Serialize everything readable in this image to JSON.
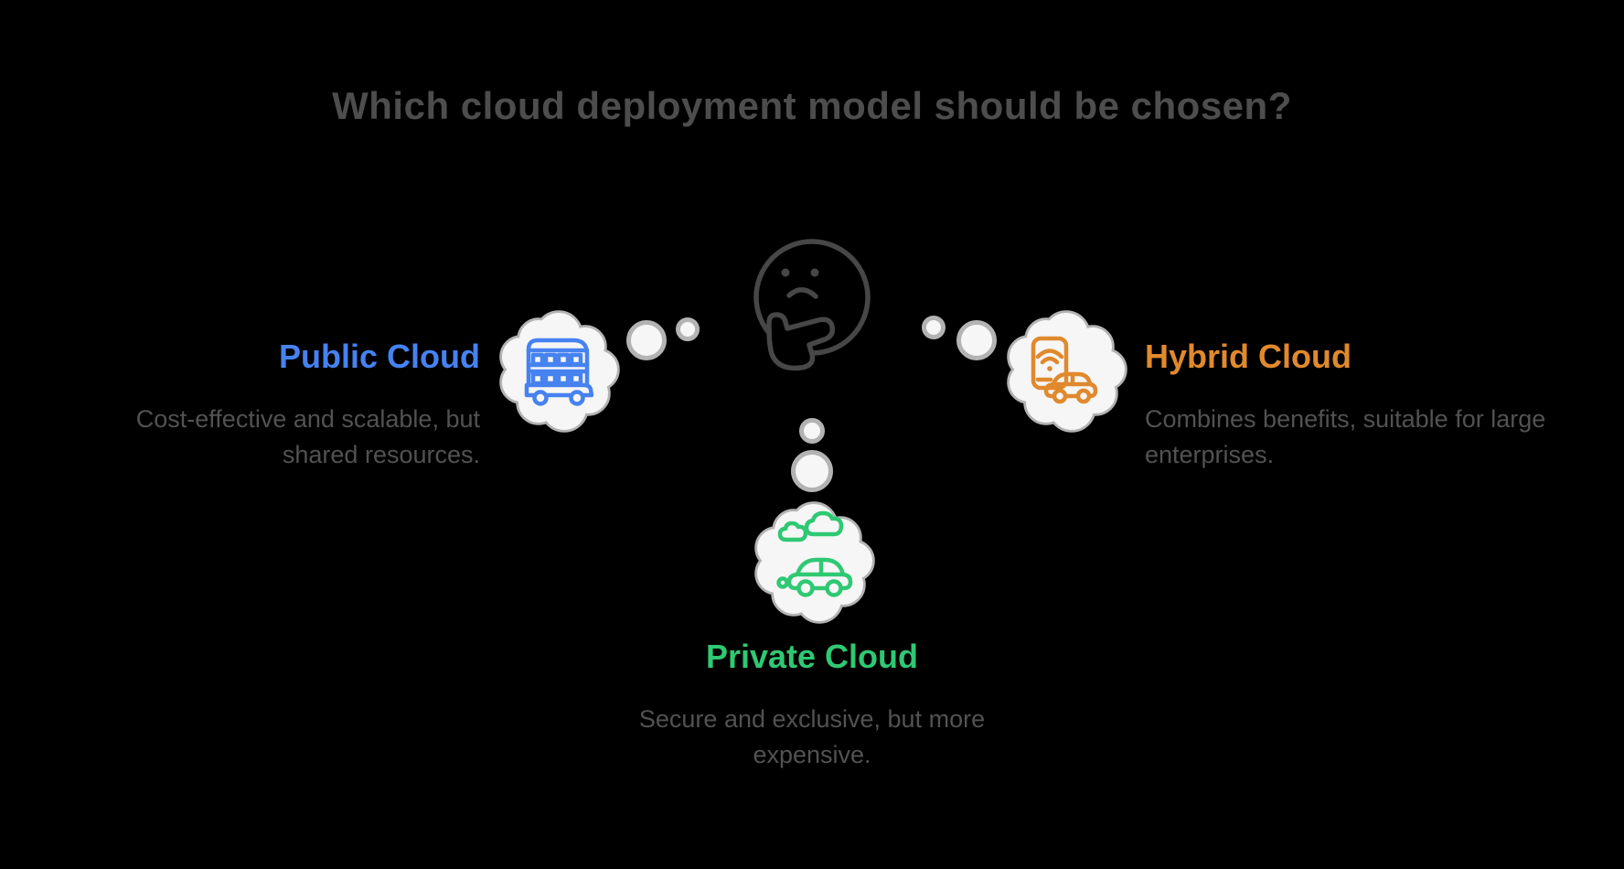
{
  "title": "Which cloud deployment model should be chosen?",
  "thinker": {
    "icon": "thinking-face-icon"
  },
  "options": [
    {
      "name": "Public Cloud",
      "description": "Cost-effective and scalable, but shared resources.",
      "color": "#4682f0",
      "icon": "double-decker-bus-icon"
    },
    {
      "name": "Hybrid Cloud",
      "description": "Combines benefits, suitable for large enterprises.",
      "color": "#e0892d",
      "icon": "phone-hailing-car-icon"
    },
    {
      "name": "Private Cloud",
      "description": "Secure and exclusive, but more expensive.",
      "color": "#2fc873",
      "icon": "private-car-clouds-icon"
    }
  ],
  "colors": {
    "background": "#000000",
    "title_text": "#4d4d4d",
    "description_text": "#525252",
    "thinker_stroke": "#474747",
    "bubble_fill": "#f6f6f6",
    "bubble_border": "#b3b3b3"
  }
}
